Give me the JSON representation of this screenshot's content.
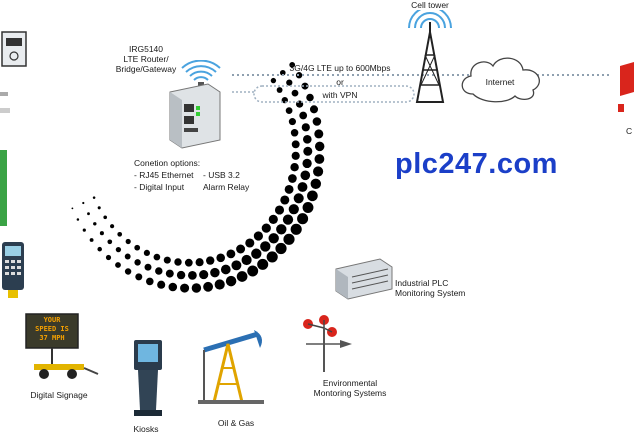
{
  "router": {
    "model": "IRG5140",
    "title_line1": "LTE Router/",
    "title_line2": "Bridge/Gateway"
  },
  "connection_options": {
    "heading": "Conetion options:",
    "item1": "- RJ45 Ethernet",
    "item2": "- Digital Input",
    "item3": "- USB 3.2",
    "item4": "Alarm Relay"
  },
  "link": {
    "line1": "3G/4G LTE up to 600Mbps",
    "line2": "or",
    "line3": "with VPN"
  },
  "cell_tower_label": "Cell tower",
  "internet_label": "Internet",
  "watermark": "plc247.com",
  "devices": {
    "plc": {
      "line1": "Industrial PLC",
      "line2": "Monitoring System"
    },
    "env": {
      "line1": "Environmental",
      "line2": "Montoring Systems"
    },
    "oil": "Oil & Gas",
    "kiosks": "Kiosks",
    "signage": "Digital Signage",
    "sign_text": {
      "line1": "YOUR",
      "line2": "SPEED IS",
      "line3": "37 MPH"
    },
    "right_edge_label": "C"
  },
  "colors": {
    "watermark": "#1b3fc8",
    "dots": "#000000",
    "link_dots": "#8fa0b0",
    "wifi": "#4aa3df",
    "tower_red": "#d9251c"
  }
}
